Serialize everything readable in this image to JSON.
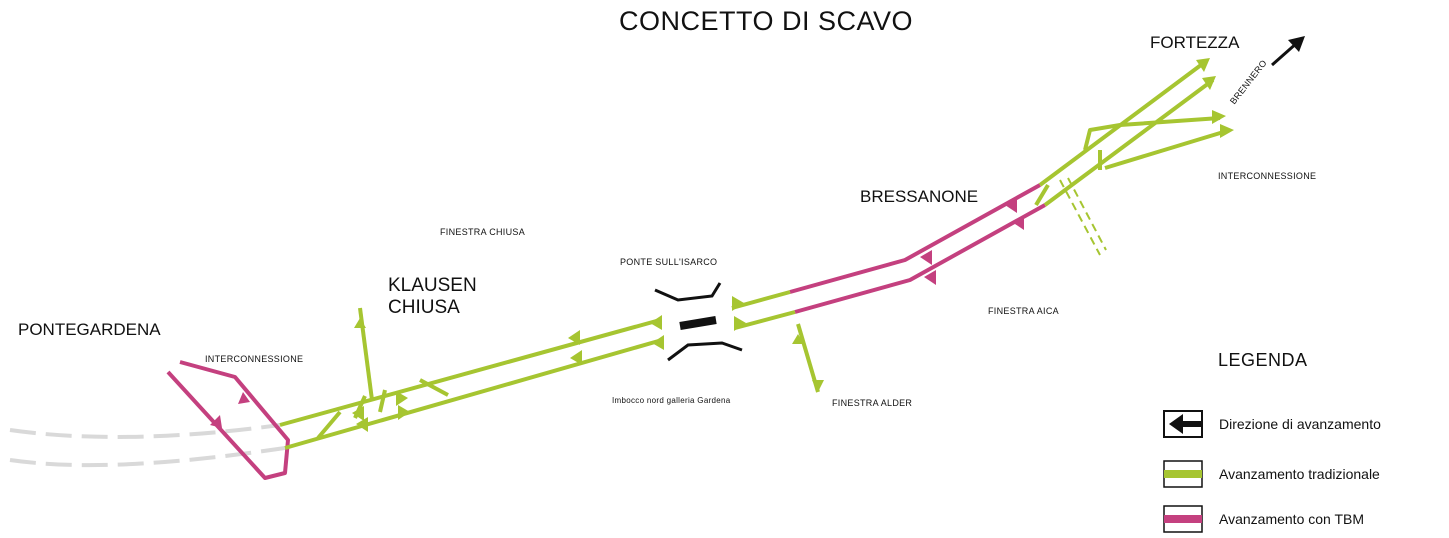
{
  "title": "CONCETTO DI SCAVO",
  "colors": {
    "traditional": "#a6c531",
    "tbm": "#c4407f",
    "tunnel_gray": "#d9d9d9",
    "text": "#111111"
  },
  "places": {
    "fortezza": "FORTEZZA",
    "brennero": "BRENNERO",
    "bressanone": "BRESSANONE",
    "klausen": "KLAUSEN",
    "chiusa": "CHIUSA",
    "pontegardena": "PONTEGARDENA"
  },
  "annotations": {
    "interconnessione_north": "INTERCONNESSIONE",
    "interconnessione_south": "INTERCONNESSIONE",
    "finestra_chiusa": "FINESTRA CHIUSA",
    "ponte_sull_isarco": "PONTE SULL'ISARCO",
    "imbocco_gardena": "Imbocco nord galleria Gardena",
    "finestra_alder": "FINESTRA ALDER",
    "finestra_aica": "FINESTRA AICA"
  },
  "legend": {
    "title": "LEGENDA",
    "items": [
      {
        "icon": "direction-arrow-icon",
        "label": "Direzione di avanzamento"
      },
      {
        "icon": "traditional-swatch-icon",
        "label": "Avanzamento tradizionale"
      },
      {
        "icon": "tbm-swatch-icon",
        "label": "Avanzamento con TBM"
      }
    ]
  }
}
